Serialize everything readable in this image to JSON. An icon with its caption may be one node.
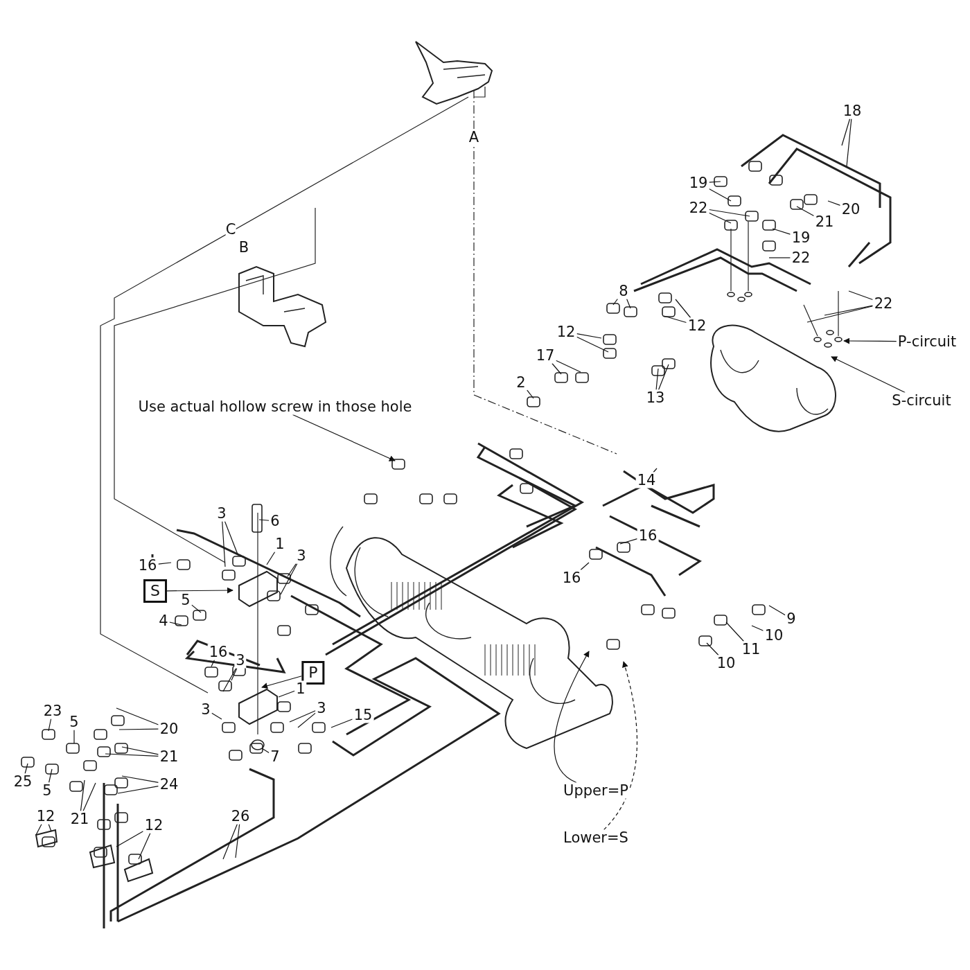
{
  "diagram": {
    "nodes": [
      {
        "text": [
          "18"
        ]
      },
      {
        "text": [
          "19"
        ]
      },
      {
        "text": [
          "20"
        ]
      },
      {
        "text": [
          "22"
        ]
      },
      {
        "text": [
          "21"
        ]
      },
      {
        "text": [
          "19"
        ]
      },
      {
        "text": [
          "22"
        ]
      },
      {
        "text": [
          "8"
        ]
      },
      {
        "text": [
          "12"
        ]
      },
      {
        "text": [
          "22"
        ]
      },
      {
        "text": [
          "12"
        ]
      },
      {
        "text": [
          "P-circuit"
        ]
      },
      {
        "text": [
          "17"
        ]
      },
      {
        "text": [
          "S-circuit"
        ]
      },
      {
        "text": [
          "2"
        ]
      },
      {
        "text": [
          "13"
        ]
      },
      {
        "text": [
          "Use actual hollow screw in those hole"
        ]
      },
      {
        "text": [
          "14"
        ]
      },
      {
        "text": [
          "3"
        ]
      },
      {
        "text": [
          "6"
        ]
      },
      {
        "text": [
          "1"
        ]
      },
      {
        "text": [
          "3"
        ]
      },
      {
        "text": [
          "16"
        ]
      },
      {
        "text": [
          "16"
        ]
      },
      {
        "text": [
          "S"
        ]
      },
      {
        "text": [
          "16"
        ]
      },
      {
        "text": [
          "5"
        ]
      },
      {
        "text": [
          "4"
        ]
      },
      {
        "text": [
          "9"
        ]
      },
      {
        "text": [
          "10"
        ]
      },
      {
        "text": [
          "11"
        ]
      },
      {
        "text": [
          "16"
        ]
      },
      {
        "text": [
          "3"
        ]
      },
      {
        "text": [
          "P"
        ]
      },
      {
        "text": [
          "1"
        ]
      },
      {
        "text": [
          "3"
        ]
      },
      {
        "text": [
          "10"
        ]
      },
      {
        "text": [
          "23"
        ]
      },
      {
        "text": [
          "3"
        ]
      },
      {
        "text": [
          "15"
        ]
      },
      {
        "text": [
          "20"
        ]
      },
      {
        "text": [
          "5"
        ]
      },
      {
        "text": [
          "7"
        ]
      },
      {
        "text": [
          "21"
        ]
      },
      {
        "text": [
          "24"
        ]
      },
      {
        "text": [
          "25"
        ]
      },
      {
        "text": [
          "5"
        ]
      },
      {
        "text": [
          "Upper=P"
        ]
      },
      {
        "text": [
          "21"
        ]
      },
      {
        "text": [
          "26"
        ]
      },
      {
        "text": [
          "12"
        ]
      },
      {
        "text": [
          "12"
        ]
      },
      {
        "text": [
          "Lower=S"
        ]
      }
    ],
    "edges": [
      {
        "from": 0,
        "to": null,
        "arrow": "none"
      },
      {
        "from": 0,
        "to": null,
        "arrow": "none"
      },
      {
        "from": 1,
        "to": null,
        "arrow": "none"
      },
      {
        "from": 1,
        "to": null,
        "arrow": "none"
      },
      {
        "from": 2,
        "to": null,
        "arrow": "none"
      },
      {
        "from": 3,
        "to": null,
        "arrow": "none"
      },
      {
        "from": 3,
        "to": null,
        "arrow": "none"
      },
      {
        "from": 4,
        "to": null,
        "arrow": "none"
      },
      {
        "from": 5,
        "to": null,
        "arrow": "none"
      },
      {
        "from": 6,
        "to": null,
        "arrow": "none"
      },
      {
        "from": 7,
        "to": null,
        "arrow": "none"
      },
      {
        "from": 7,
        "to": null,
        "arrow": "none"
      },
      {
        "from": 8,
        "to": null,
        "arrow": "none"
      },
      {
        "from": 8,
        "to": null,
        "arrow": "none"
      },
      {
        "from": 9,
        "to": null,
        "arrow": "none"
      },
      {
        "from": 9,
        "to": null,
        "arrow": "none"
      },
      {
        "from": 9,
        "to": null,
        "arrow": "none"
      },
      {
        "from": 10,
        "to": null,
        "arrow": "none"
      },
      {
        "from": 10,
        "to": null,
        "arrow": "none"
      },
      {
        "from": 11,
        "to": null,
        "arrow": "to"
      },
      {
        "from": 12,
        "to": null,
        "arrow": "none"
      },
      {
        "from": 12,
        "to": null,
        "arrow": "none"
      },
      {
        "from": 13,
        "to": null,
        "arrow": "to"
      },
      {
        "from": 14,
        "to": null,
        "arrow": "none"
      },
      {
        "from": 15,
        "to": null,
        "arrow": "none"
      },
      {
        "from": 15,
        "to": null,
        "arrow": "none"
      },
      {
        "from": 16,
        "to": null,
        "arrow": "to"
      },
      {
        "from": 17,
        "to": null,
        "arrow": "none"
      },
      {
        "from": 18,
        "to": null,
        "arrow": "none"
      },
      {
        "from": 18,
        "to": null,
        "arrow": "none"
      },
      {
        "from": 19,
        "to": null,
        "arrow": "none"
      },
      {
        "from": 20,
        "to": null,
        "arrow": "none"
      },
      {
        "from": 21,
        "to": null,
        "arrow": "none"
      },
      {
        "from": 21,
        "to": null,
        "arrow": "none"
      },
      {
        "from": 22,
        "to": null,
        "arrow": "none"
      },
      {
        "from": 23,
        "to": null,
        "arrow": "none"
      },
      {
        "from": 24,
        "to": null,
        "arrow": "to"
      },
      {
        "from": 25,
        "to": null,
        "arrow": "none"
      },
      {
        "from": 26,
        "to": null,
        "arrow": "none"
      },
      {
        "from": 27,
        "to": null,
        "arrow": "none"
      },
      {
        "from": 28,
        "to": null,
        "arrow": "none"
      },
      {
        "from": 29,
        "to": null,
        "arrow": "none"
      },
      {
        "from": 30,
        "to": null,
        "arrow": "none"
      },
      {
        "from": 31,
        "to": null,
        "arrow": "none"
      },
      {
        "from": 32,
        "to": null,
        "arrow": "none"
      },
      {
        "from": 32,
        "to": null,
        "arrow": "none"
      },
      {
        "from": 33,
        "to": null,
        "arrow": "to"
      },
      {
        "from": 34,
        "to": null,
        "arrow": "none"
      },
      {
        "from": 35,
        "to": null,
        "arrow": "none"
      },
      {
        "from": 35,
        "to": null,
        "arrow": "none"
      },
      {
        "from": 36,
        "to": null,
        "arrow": "none"
      },
      {
        "from": 37,
        "to": null,
        "arrow": "none"
      },
      {
        "from": 38,
        "to": null,
        "arrow": "none"
      },
      {
        "from": 39,
        "to": null,
        "arrow": "none"
      },
      {
        "from": 40,
        "to": null,
        "arrow": "none"
      },
      {
        "from": 40,
        "to": null,
        "arrow": "none"
      },
      {
        "from": 41,
        "to": null,
        "arrow": "none"
      },
      {
        "from": 42,
        "to": null,
        "arrow": "none"
      },
      {
        "from": 43,
        "to": null,
        "arrow": "none"
      },
      {
        "from": 43,
        "to": null,
        "arrow": "none"
      },
      {
        "from": 44,
        "to": null,
        "arrow": "none"
      },
      {
        "from": 44,
        "to": null,
        "arrow": "none"
      },
      {
        "from": 45,
        "to": null,
        "arrow": "none"
      },
      {
        "from": 46,
        "to": null,
        "arrow": "none"
      },
      {
        "from": 47,
        "to": null,
        "arrow": "to"
      },
      {
        "from": 48,
        "to": null,
        "arrow": "none"
      },
      {
        "from": 48,
        "to": null,
        "arrow": "none"
      },
      {
        "from": 49,
        "to": null,
        "arrow": "none"
      },
      {
        "from": 49,
        "to": null,
        "arrow": "none"
      },
      {
        "from": 50,
        "to": null,
        "arrow": "none"
      },
      {
        "from": 50,
        "to": null,
        "arrow": "none"
      },
      {
        "from": 51,
        "to": null,
        "arrow": "none"
      },
      {
        "from": 51,
        "to": null,
        "arrow": "none"
      },
      {
        "from": 52,
        "to": null,
        "arrow": "to",
        "style": "dashed"
      }
    ],
    "labels": [
      "A",
      "C",
      "B"
    ]
  }
}
